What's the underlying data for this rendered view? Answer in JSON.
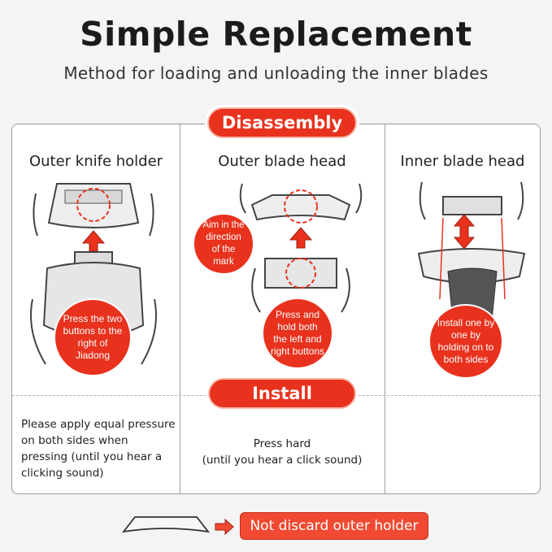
{
  "header": {
    "title": "Simple Replacement",
    "subtitle": "Method for loading and unloading the inner blades"
  },
  "sections": {
    "disassembly_label": "Disassembly",
    "install_label": "Install"
  },
  "columns": [
    {
      "heading": "Outer knife holder",
      "callout": "Press the two buttons to the right of Jiadong",
      "note": "Please apply equal pressure on both sides when pressing (until you hear a clicking sound)"
    },
    {
      "heading": "Outer blade head",
      "callout_top": "Aim in the direction of the mark",
      "callout": "Press and hold both the left and right buttons",
      "note_line1": "Press hard",
      "note_line2": "(until you hear a click sound)"
    },
    {
      "heading": "Inner blade head",
      "callout": "Install one by one by holding on to both sides"
    }
  ],
  "footer": {
    "button_label": "Not discard outer holder"
  },
  "colors": {
    "accent": "#e8321d",
    "button": "#f24a32",
    "background": "#f4f4f4"
  },
  "icons": [
    "up-arrow-icon",
    "double-arrow-icon",
    "right-arrow-icon"
  ]
}
